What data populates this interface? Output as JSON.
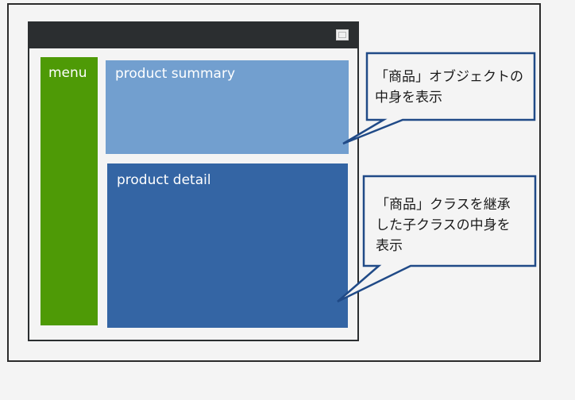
{
  "panels": {
    "menu": "menu",
    "summary": "product summary",
    "detail": "product detail"
  },
  "callouts": {
    "summary_note": "「商品」オブジェクトの\n中身を表示",
    "detail_note": "「商品」クラスを継承\nした子クラスの中身を\n表示"
  },
  "colors": {
    "menu": "#4e9a06",
    "summary": "#729fcf",
    "detail": "#3465a4",
    "callout_border": "#204a87"
  }
}
